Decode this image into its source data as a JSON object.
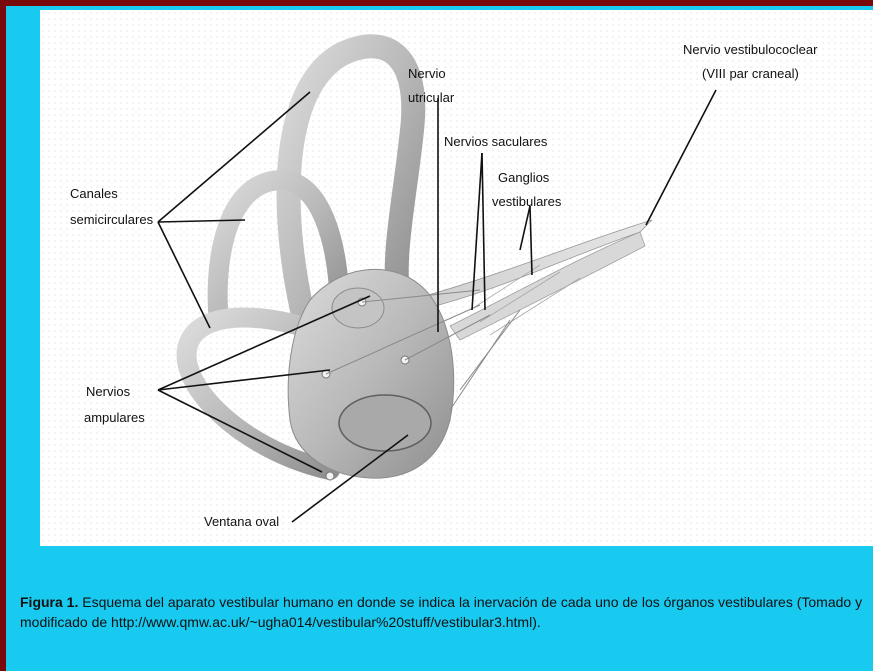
{
  "labels": {
    "canales_1": "Canales",
    "canales_2": "semicirculares",
    "nervio_utricular_1": "Nervio",
    "nervio_utricular_2": "utricular",
    "nervios_saculares": "Nervios saculares",
    "ganglios_1": "Ganglios",
    "ganglios_2": "vestibulares",
    "nervio_vestibulococlear_1": "Nervio vestibulococlear",
    "nervio_vestibulococlear_2": "(VIII par craneal)",
    "nervios_ampulares_1": "Nervios",
    "nervios_ampulares_2": "ampulares",
    "ventana_oval": "Ventana oval"
  },
  "caption": {
    "figure_label": "Figura 1.",
    "text": " Esquema del aparato vestibular humano en donde se indica la inervación de cada uno de los órganos vestibulares (Tomado y modificado de  http://www.qmw.ac.uk/~ugha014/vestibular%20stuff/vestibular3.html)."
  },
  "colors": {
    "outer_border": "#7a0a0a",
    "background": "#18c9f0",
    "panel": "#ffffff",
    "anatomy_fill": "#bdbdbd"
  }
}
